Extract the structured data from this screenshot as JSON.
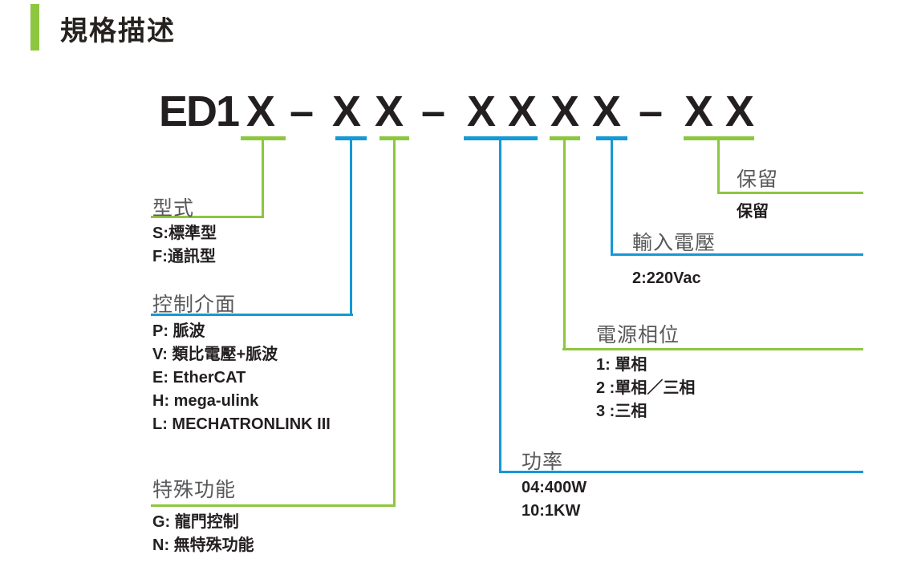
{
  "page_title": "規格描述",
  "model": {
    "parts": [
      "ED1",
      "X",
      "–",
      "X",
      "X",
      "–",
      "X",
      "X",
      "X",
      "X",
      "–",
      "X",
      "X"
    ]
  },
  "colors": {
    "green": "#8dc63f",
    "blue": "#1598d5",
    "title_gray": "#58595b",
    "text_black": "#231f20"
  },
  "sections": [
    {
      "title": "型式",
      "items": [
        "S:標準型",
        "F:通訊型"
      ]
    },
    {
      "title": "控制介面",
      "items": [
        "P: 脈波",
        "V: 類比電壓+脈波",
        "E: EtherCAT",
        "H: mega-ulink",
        "L: MECHATRONLINK III"
      ]
    },
    {
      "title": "特殊功能",
      "items": [
        "G: 龍門控制",
        "N: 無特殊功能"
      ]
    },
    {
      "title": "功率",
      "items": [
        "04:400W",
        "10:1KW"
      ]
    },
    {
      "title": "電源相位",
      "items": [
        "1: 單相",
        "2 :單相／三相",
        "3 :三相"
      ]
    },
    {
      "title": "輸入電壓",
      "items": [
        "2:220Vac"
      ]
    },
    {
      "title": "保留",
      "items": [
        "保留"
      ]
    }
  ]
}
